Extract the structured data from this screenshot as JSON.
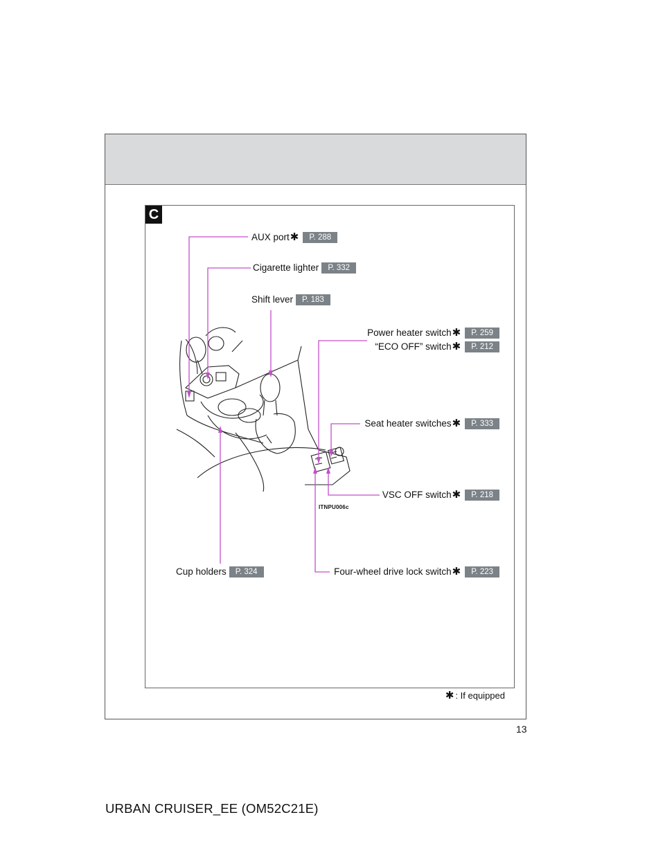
{
  "section": {
    "letter": "C"
  },
  "labels": {
    "aux": {
      "text": "AUX port",
      "page": "P. 288"
    },
    "lighter": {
      "text": "Cigarette lighter",
      "page": "P. 332"
    },
    "shift": {
      "text": "Shift lever",
      "page": "P. 183"
    },
    "power_heater": {
      "text": "Power heater switch",
      "page": "P. 259"
    },
    "eco_off": {
      "text": "“ECO OFF” switch",
      "page": "P. 212"
    },
    "seat_heater": {
      "text": "Seat heater switches",
      "page": "P. 333"
    },
    "vsc_off": {
      "text": "VSC OFF switch",
      "page": "P. 218"
    },
    "cup_holders": {
      "text": "Cup holders",
      "page": "P. 324"
    },
    "four_wd": {
      "text": "Four-wheel drive lock switch",
      "page": "P. 223"
    }
  },
  "asterisk": "✱",
  "illustration_code": "ITNPU006c",
  "footnote": ": If equipped",
  "page_number": "13",
  "model": "URBAN CRUISER_EE (OM52C21E)",
  "colors": {
    "leader": "#c44fc9",
    "badge": "#7b8288",
    "header": "#d9dadb"
  }
}
